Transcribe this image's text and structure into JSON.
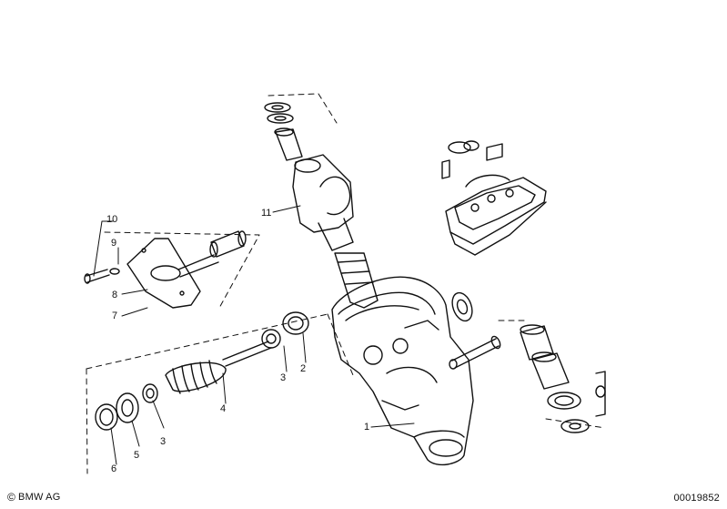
{
  "diagram": {
    "type": "exploded-parts",
    "subject": "steering-gear",
    "callout_labels": {
      "p1": "1",
      "p2": "2",
      "p3_upper": "3",
      "p3_lower": "3",
      "p4": "4",
      "p5": "5",
      "p6": "6",
      "p7": "7",
      "p8": "8",
      "p9": "9",
      "p10": "10",
      "p11": "11"
    }
  },
  "footer": {
    "copyright_symbol": "©",
    "brand": "BMW AG",
    "diagram_number": "00019852"
  },
  "colors": {
    "ink": "#111111",
    "background": "#ffffff"
  }
}
